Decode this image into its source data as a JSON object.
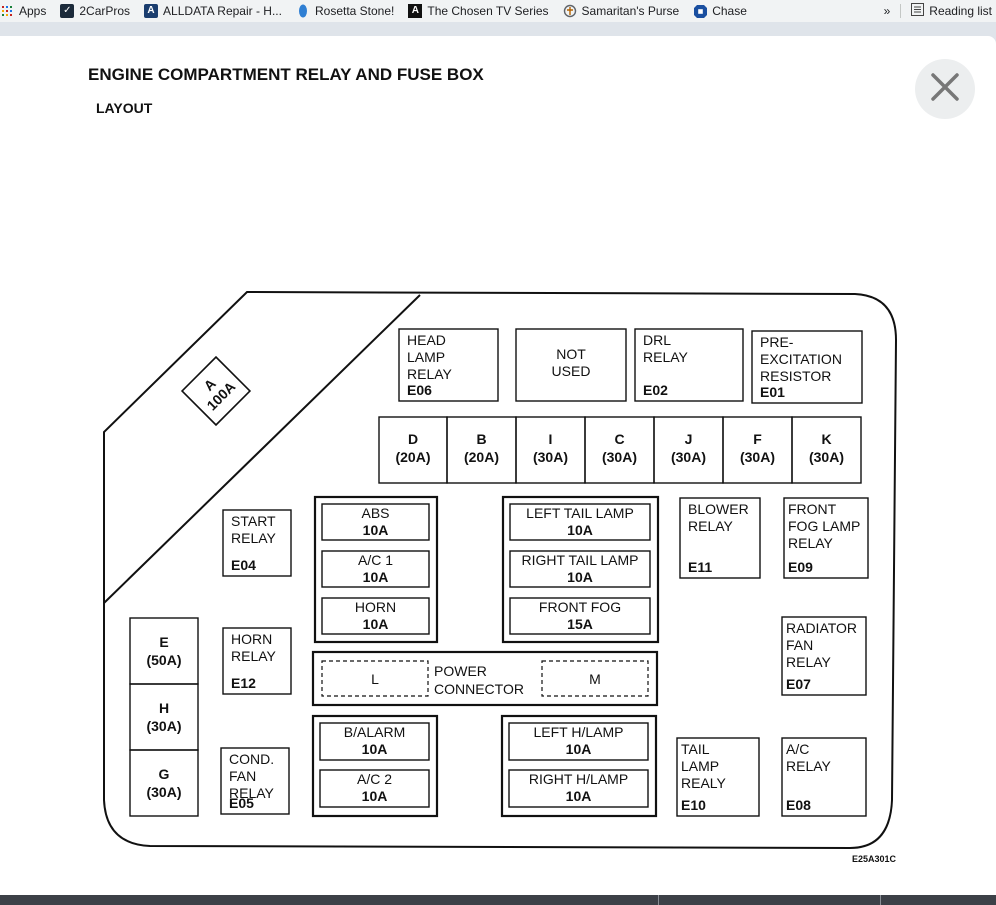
{
  "bookmarks": {
    "items": [
      {
        "label": "Apps",
        "icon": "apps-grid-icon"
      },
      {
        "label": "2CarPros",
        "icon": "2carpros-logo-icon"
      },
      {
        "label": "ALLDATA Repair - H...",
        "icon": "alldata-logo-icon"
      },
      {
        "label": "Rosetta Stone!",
        "icon": "rosetta-stone-icon"
      },
      {
        "label": "The Chosen TV Series",
        "icon": "the-chosen-logo-icon"
      },
      {
        "label": "Samaritan's Purse",
        "icon": "samaritans-purse-icon"
      },
      {
        "label": "Chase",
        "icon": "chase-logo-icon"
      }
    ],
    "overflow": "»",
    "reading_list": "Reading list"
  },
  "diagram": {
    "title": "ENGINE COMPARTMENT RELAY AND FUSE BOX",
    "subtitle": "LAYOUT",
    "code": "E25A301C",
    "main_fuse": [
      "A",
      "100A"
    ],
    "relays_top": [
      {
        "lines": [
          "HEAD",
          "LAMP",
          "RELAY"
        ],
        "code": "E06"
      },
      {
        "lines": [
          "NOT",
          "USED"
        ],
        "code": ""
      },
      {
        "lines": [
          "DRL",
          "RELAY"
        ],
        "code": "E02"
      },
      {
        "lines": [
          "PRE-",
          "EXCITATION",
          "RESISTOR"
        ],
        "code": "E01"
      }
    ],
    "fuse_row": [
      {
        "letter": "D",
        "amp": "(20A)"
      },
      {
        "letter": "B",
        "amp": "(20A)"
      },
      {
        "letter": "I",
        "amp": "(30A)"
      },
      {
        "letter": "C",
        "amp": "(30A)"
      },
      {
        "letter": "J",
        "amp": "(30A)"
      },
      {
        "letter": "F",
        "amp": "(30A)"
      },
      {
        "letter": "K",
        "amp": "(30A)"
      }
    ],
    "left_fuses": [
      {
        "letter": "E",
        "amp": "(50A)"
      },
      {
        "letter": "H",
        "amp": "(30A)"
      },
      {
        "letter": "G",
        "amp": "(30A)"
      }
    ],
    "relays_left": [
      {
        "lines": [
          "START",
          "RELAY"
        ],
        "code": "E04"
      },
      {
        "lines": [
          "HORN",
          "RELAY"
        ],
        "code": "E12"
      },
      {
        "lines": [
          "COND.",
          "FAN",
          "RELAY"
        ],
        "code": "E05"
      }
    ],
    "group1": [
      {
        "name": "ABS",
        "amp": "10A"
      },
      {
        "name": "A/C 1",
        "amp": "10A"
      },
      {
        "name": "HORN",
        "amp": "10A"
      }
    ],
    "group2": [
      {
        "name": "LEFT TAIL LAMP",
        "amp": "10A"
      },
      {
        "name": "RIGHT TAIL LAMP",
        "amp": "10A"
      },
      {
        "name": "FRONT FOG",
        "amp": "15A"
      }
    ],
    "group3": [
      {
        "name": "B/ALARM",
        "amp": "10A"
      },
      {
        "name": "A/C 2",
        "amp": "10A"
      }
    ],
    "group4": [
      {
        "name": "LEFT H/LAMP",
        "amp": "10A"
      },
      {
        "name": "RIGHT H/LAMP",
        "amp": "10A"
      }
    ],
    "power_connector": {
      "left": "L",
      "label": [
        "POWER",
        "CONNECTOR"
      ],
      "right": "M"
    },
    "relays_right": [
      {
        "lines": [
          "BLOWER",
          "RELAY"
        ],
        "code": "E11"
      },
      {
        "lines": [
          "FRONT",
          "FOG LAMP",
          "RELAY"
        ],
        "code": "E09"
      },
      {
        "lines": [
          "RADIATOR",
          "FAN",
          "RELAY"
        ],
        "code": "E07"
      },
      {
        "lines": [
          "TAIL",
          "LAMP",
          "REALY"
        ],
        "code": "E10"
      },
      {
        "lines": [
          "A/C",
          "RELAY"
        ],
        "code": "E08"
      }
    ]
  }
}
